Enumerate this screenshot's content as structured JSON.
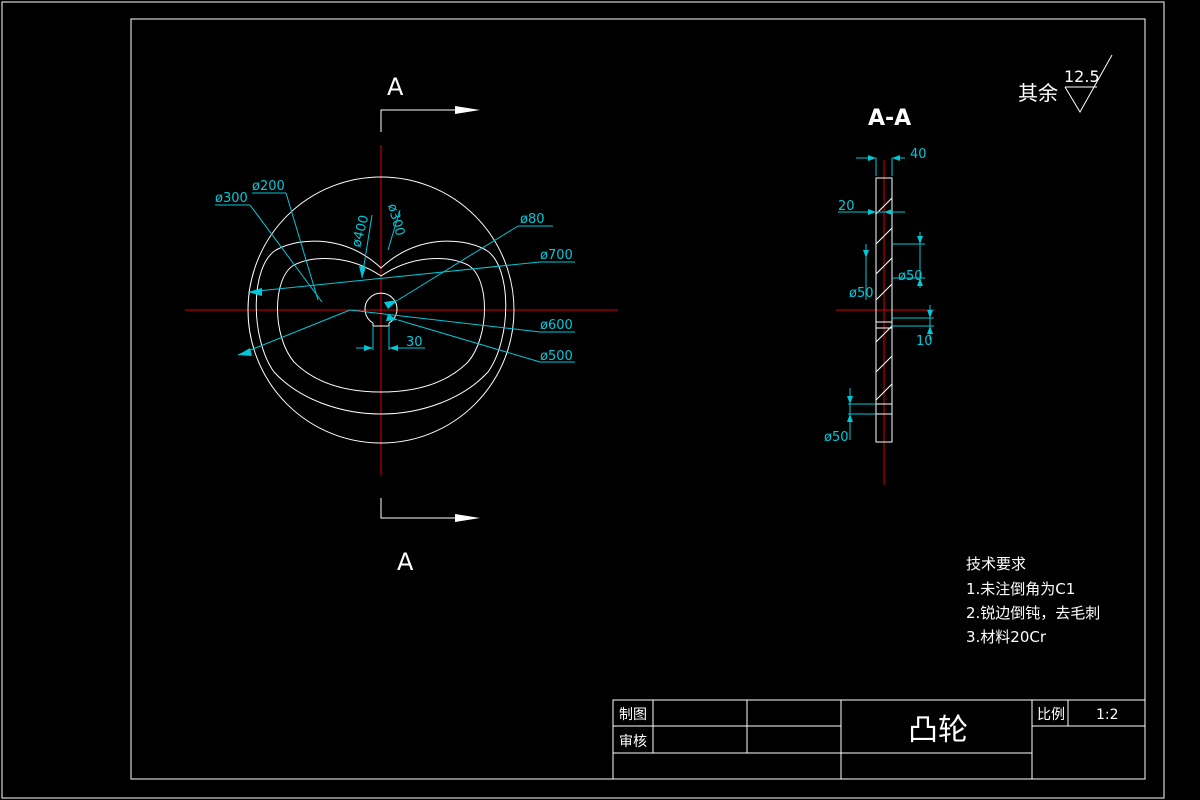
{
  "view_labels": {
    "section_mark_top": "A",
    "section_mark_bottom": "A",
    "section_view_title": "A-A"
  },
  "surface_finish": {
    "prefix": "其余",
    "value": "12.5"
  },
  "front_view_dimensions": {
    "d300_left": "ø300",
    "d200": "ø200",
    "d400": "ø400",
    "d300_angled": "ø300",
    "d80": "ø80",
    "d700": "ø700",
    "d600": "ø600",
    "d500": "ø500",
    "width_30": "30"
  },
  "section_view_dimensions": {
    "w40": "40",
    "w20": "20",
    "d50_right": "ø50",
    "d50_left": "ø50",
    "w10": "10",
    "d50_bottom": "ø50"
  },
  "technical_requirements": {
    "heading": "技术要求",
    "items": [
      "1.未注倒角为C1",
      "2.锐边倒钝，去毛刺",
      "3.材料20Cr"
    ]
  },
  "title_block": {
    "drawn_by_label": "制图",
    "checked_by_label": "审核",
    "part_name": "凸轮",
    "scale_label": "比例",
    "scale_value": "1:2"
  },
  "colors": {
    "background": "#000000",
    "outline": "#ffffff",
    "centerline": "#e00000",
    "dimension": "#00c8d8"
  }
}
